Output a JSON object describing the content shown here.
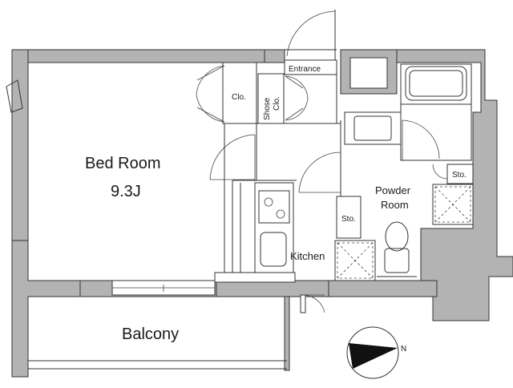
{
  "rooms": {
    "bed_room": {
      "name": "Bed Room",
      "size": "9.3J"
    },
    "balcony": "Balcony",
    "entrance": "Entrance",
    "closet": "Clo.",
    "shoes_closet_line1": "Shose",
    "shoes_closet_line2": "Clo.",
    "kitchen": "Kitchen",
    "powder_room_line1": "Powder",
    "powder_room_line2": "Room",
    "storage_upper": "Sto.",
    "storage_lower": "Sto."
  },
  "compass": {
    "label": "N"
  },
  "colors": {
    "wall": "#b3b3b3",
    "line": "#333333"
  }
}
